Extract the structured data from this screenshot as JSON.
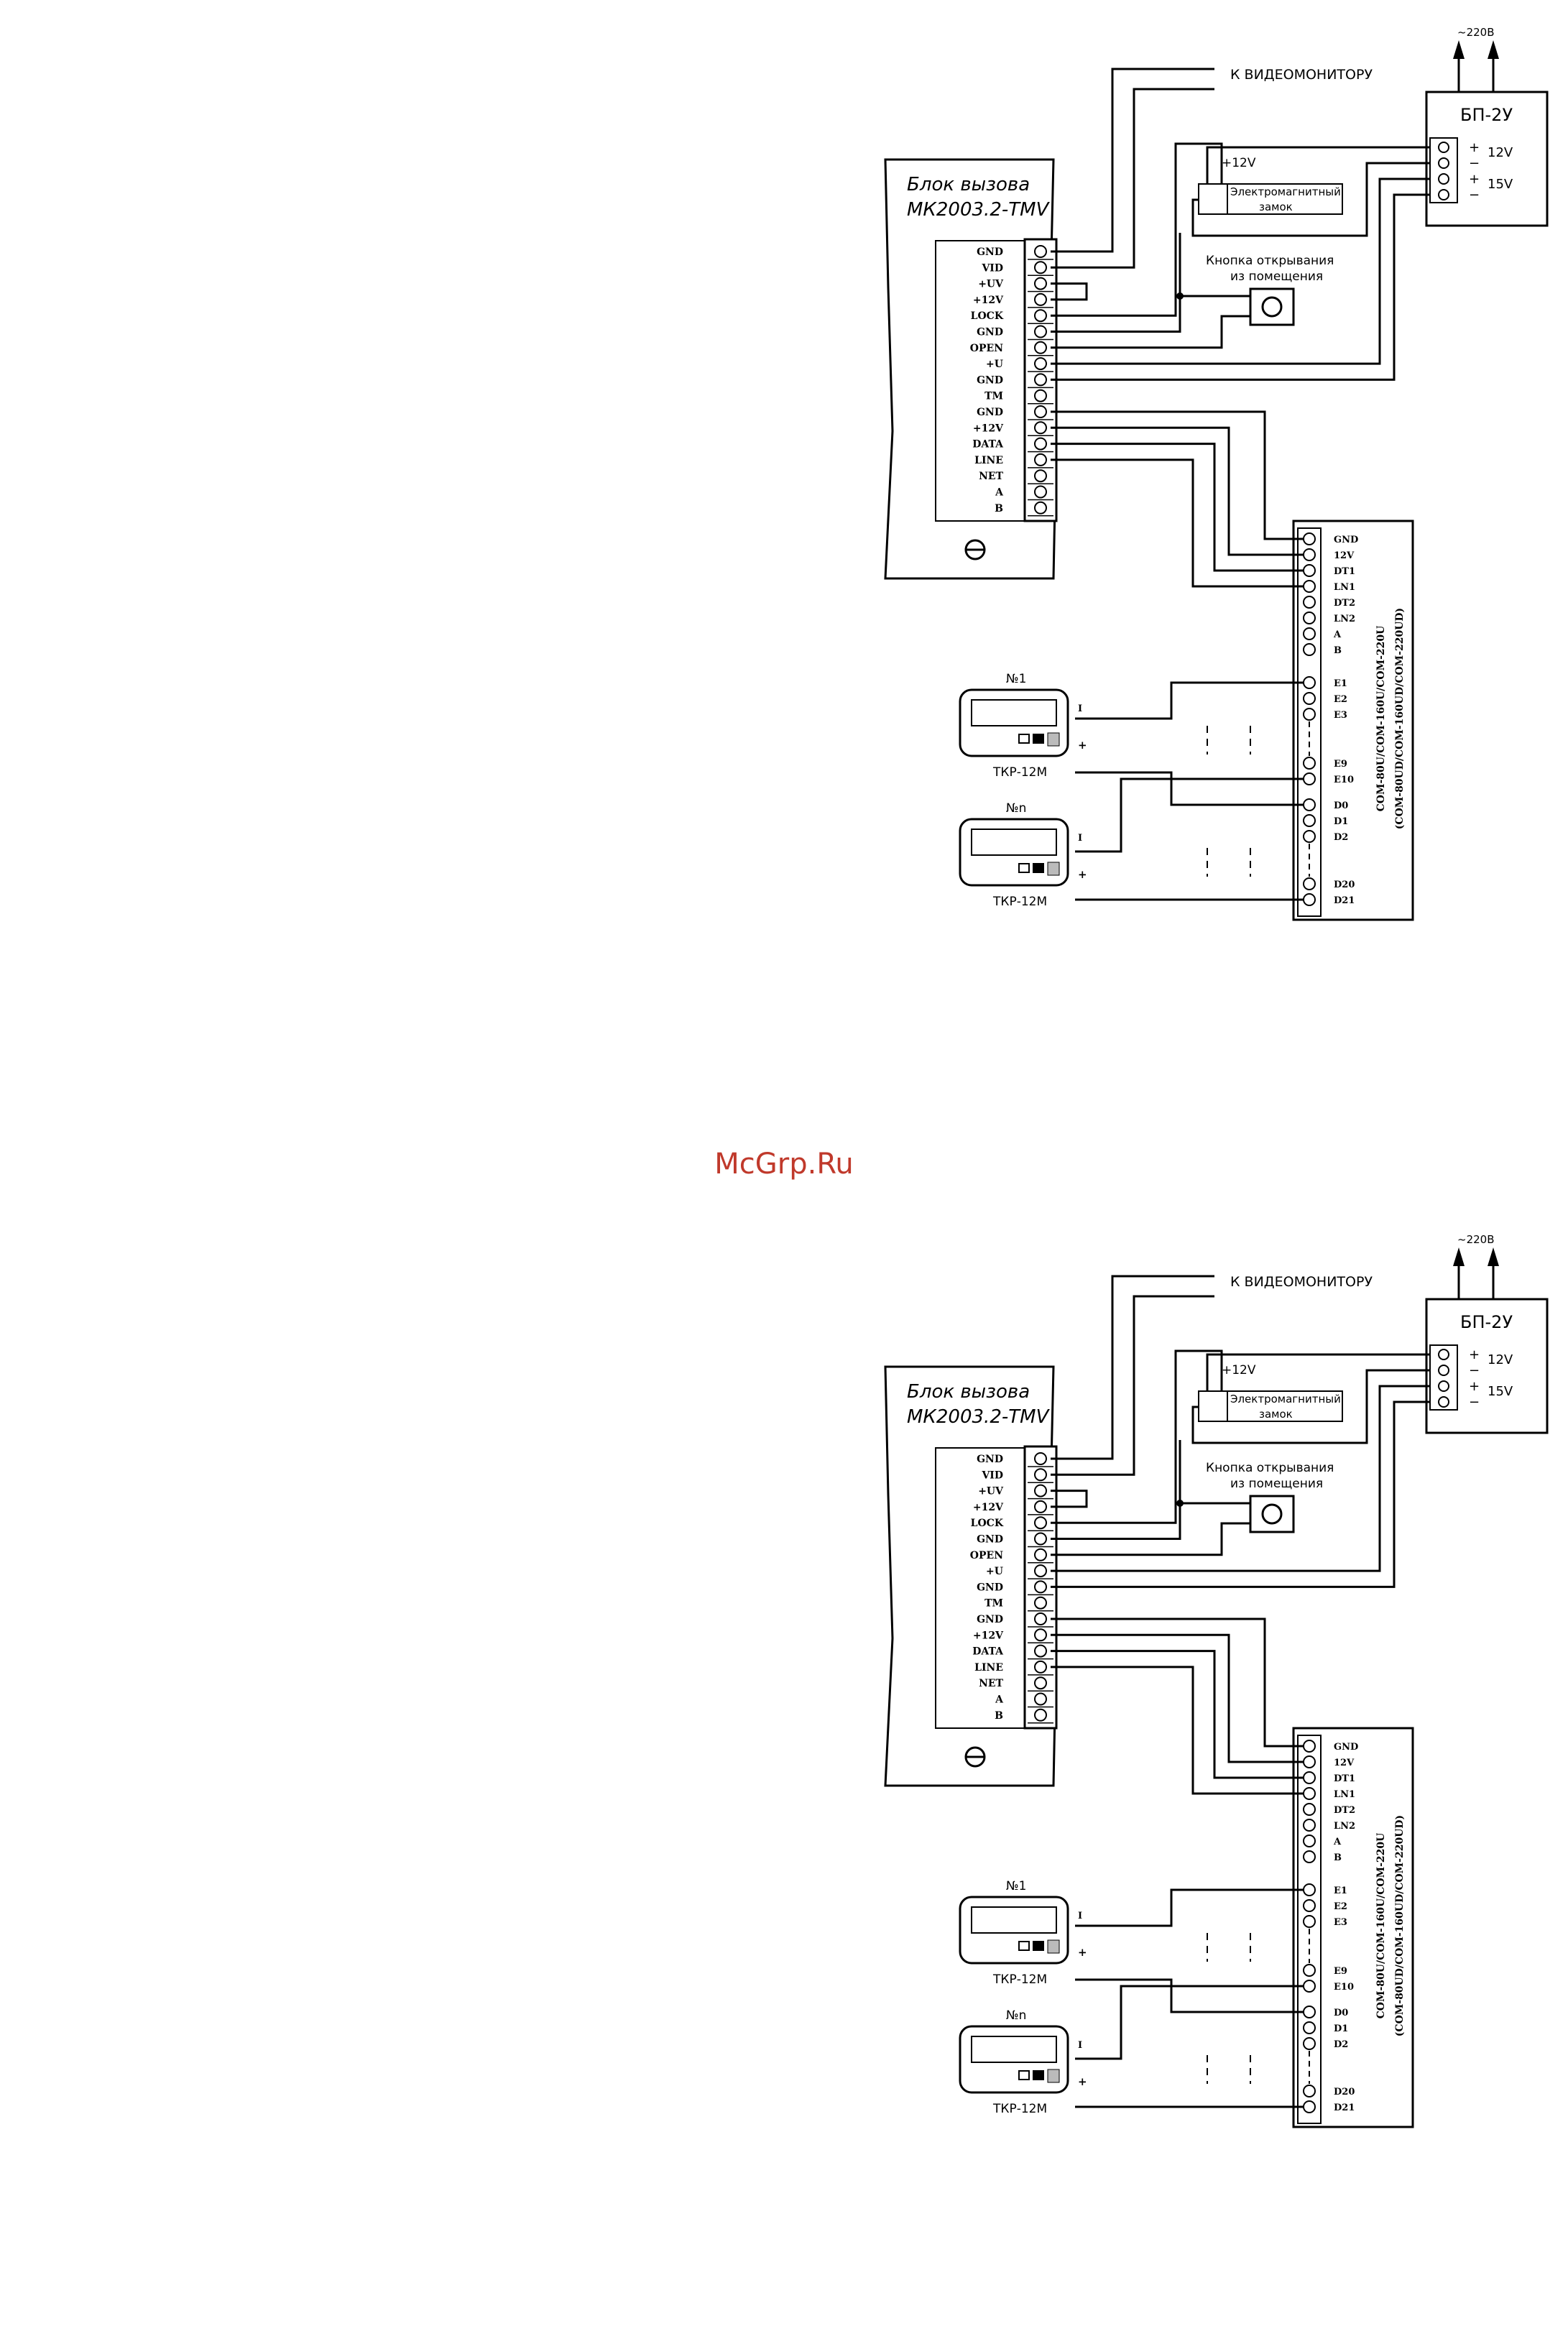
{
  "watermark": {
    "text": "McGrp.Ru",
    "color": "#c0392b"
  },
  "colors": {
    "ink": "#000000",
    "paper": "#ffffff",
    "panel": "#ffffff"
  },
  "diagram": {
    "to_monitor": "К ВИДЕОМОНИТОРУ",
    "mains": "~220В",
    "call_unit": {
      "title1": "Блок вызова",
      "title2": "МК2003.2-TMV"
    },
    "call_unit_terminals": [
      "GND",
      "VID",
      "+UV",
      "+12V",
      "LOCK",
      "GND",
      "OPEN",
      "+U",
      "GND",
      "TM",
      "GND",
      "+12V",
      "DATA",
      "LINE",
      "NET",
      "A",
      "B"
    ],
    "psu": {
      "title": "БП-2У",
      "signs": [
        "+",
        "−",
        "+",
        "−"
      ],
      "voltages": [
        "12V",
        "15V"
      ]
    },
    "lock": {
      "voltage": "+12V",
      "label1": "Электромагнитный",
      "label2": "замок"
    },
    "button": {
      "label1": "Кнопка открывания",
      "label2": "из помещения"
    },
    "commutator": {
      "terminals": [
        "GND",
        "12V",
        "DT1",
        "LN1",
        "DT2",
        "LN2",
        "A",
        "B",
        "E1",
        "E2",
        "E3",
        "E9",
        "E10",
        "D0",
        "D1",
        "D2",
        "D20",
        "D21"
      ],
      "model1": "COM-80U/COM-160U/COM-220U",
      "model2": "(COM-80UD/COM-160UD/COM-220UD)"
    },
    "handsets": [
      {
        "number": "№1",
        "model": "ТКР-12М",
        "pin_top": "I",
        "pin_bottom": "+"
      },
      {
        "number": "№n",
        "model": "ТКР-12М",
        "pin_top": "I",
        "pin_bottom": "+"
      }
    ]
  }
}
